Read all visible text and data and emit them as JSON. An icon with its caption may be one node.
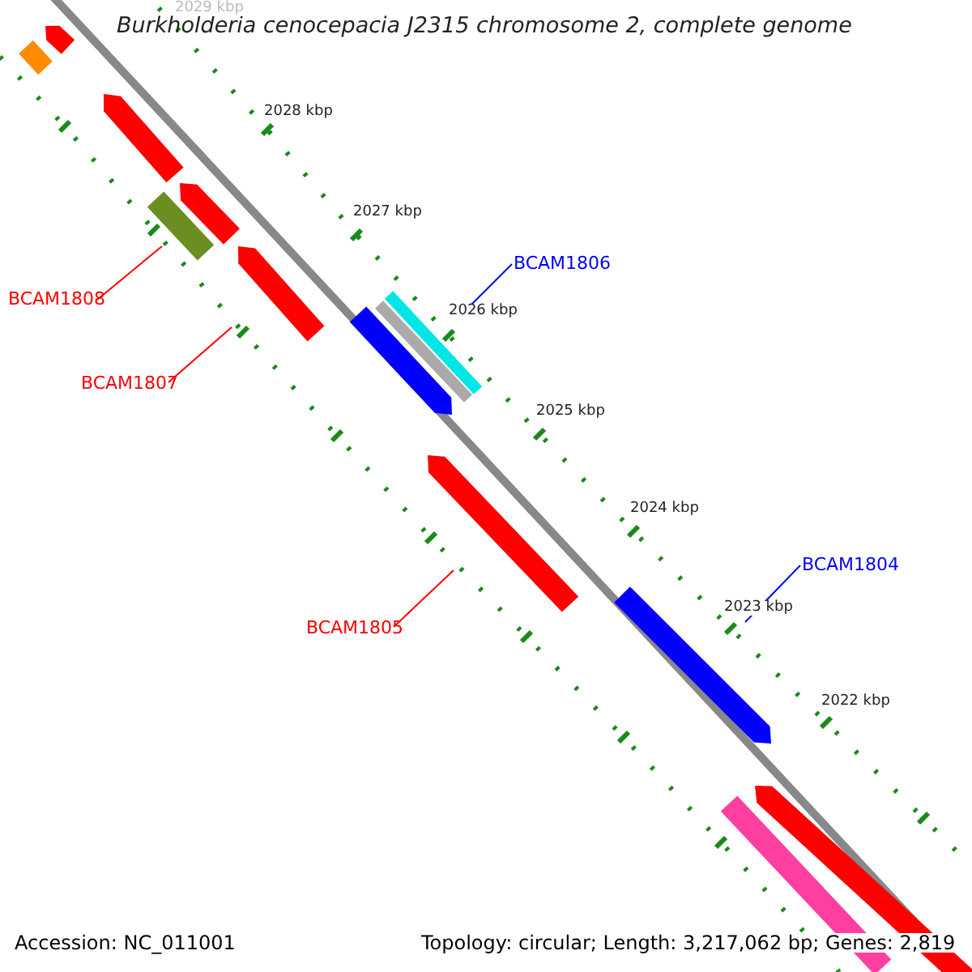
{
  "diagram": {
    "title": "Burkholderia cenocepacia J2315 chromosome 2, complete genome",
    "nodes": [
      {
        "text": [],
        "shape": "bar"
      },
      {
        "text": [],
        "shape": "bar"
      },
      {
        "text": [],
        "shape": "bar"
      },
      {
        "text": [],
        "shape": "bar"
      },
      {
        "text": [],
        "shape": "bar"
      },
      {
        "text": [
          "BCAM1808"
        ]
      },
      {
        "text": [],
        "shape": "bar"
      },
      {
        "text": [
          "BCAM1807"
        ]
      },
      {
        "text": [
          "BCAM1806"
        ]
      },
      {
        "text": [],
        "shape": "bar"
      },
      {
        "text": [],
        "shape": "bar"
      },
      {
        "text": [],
        "shape": "bar"
      },
      {
        "text": [],
        "shape": "bar"
      },
      {
        "text": [
          "BCAM1805"
        ]
      },
      {
        "text": [
          "BCAM1804"
        ]
      },
      {
        "text": [],
        "shape": "bar"
      },
      {
        "text": [],
        "shape": "bar"
      },
      {
        "text": [],
        "shape": "bar"
      }
    ],
    "edges": [
      {
        "from": 5,
        "to": 4,
        "arrow": "none",
        "color": "#ff0000"
      },
      {
        "from": 7,
        "to": 6,
        "arrow": "none",
        "color": "#ff0000"
      },
      {
        "from": 8,
        "to": 9,
        "arrow": "none",
        "color": "#0000ff"
      },
      {
        "from": 13,
        "to": 12,
        "arrow": "none",
        "color": "#ff0000"
      },
      {
        "from": 14,
        "to": 15,
        "arrow": "none",
        "color": "#0000ff"
      }
    ],
    "labels": [
      "2029 kbp",
      "2028 kbp",
      "2027 kbp",
      "2026 kbp",
      "2025 kbp",
      "2024 kbp",
      "2023 kbp",
      "2022 kbp",
      "Accession: NC_011001",
      "Topology: circular; Length: 3,217,062 bp; Genes: 2,819"
    ]
  }
}
